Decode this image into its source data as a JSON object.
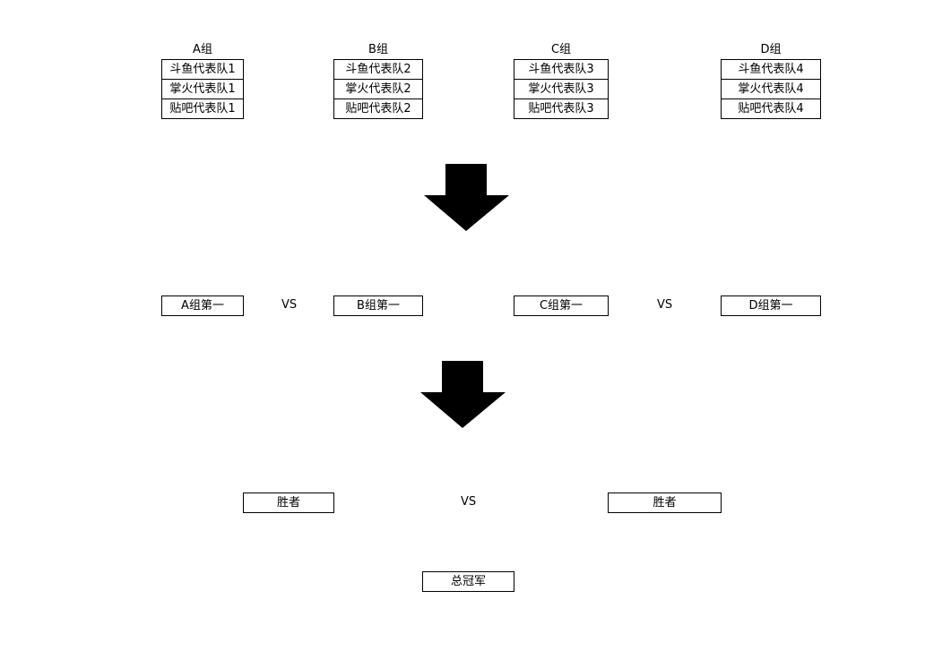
{
  "groups": [
    {
      "title": "A组",
      "teams": [
        "斗鱼代表队1",
        "掌火代表队1",
        "贴吧代表队1"
      ]
    },
    {
      "title": "B组",
      "teams": [
        "斗鱼代表队2",
        "掌火代表队2",
        "贴吧代表队2"
      ]
    },
    {
      "title": "C组",
      "teams": [
        "斗鱼代表队3",
        "掌火代表队3",
        "贴吧代表队3"
      ]
    },
    {
      "title": "D组",
      "teams": [
        "斗鱼代表队4",
        "掌火代表队4",
        "贴吧代表队4"
      ]
    }
  ],
  "semis": {
    "a_first": "A组第一",
    "b_first": "B组第一",
    "c_first": "C组第一",
    "d_first": "D组第一",
    "vs_left": "VS",
    "vs_right": "VS"
  },
  "final": {
    "left": "胜者",
    "right": "胜者",
    "vs": "VS"
  },
  "champion": "总冠军"
}
